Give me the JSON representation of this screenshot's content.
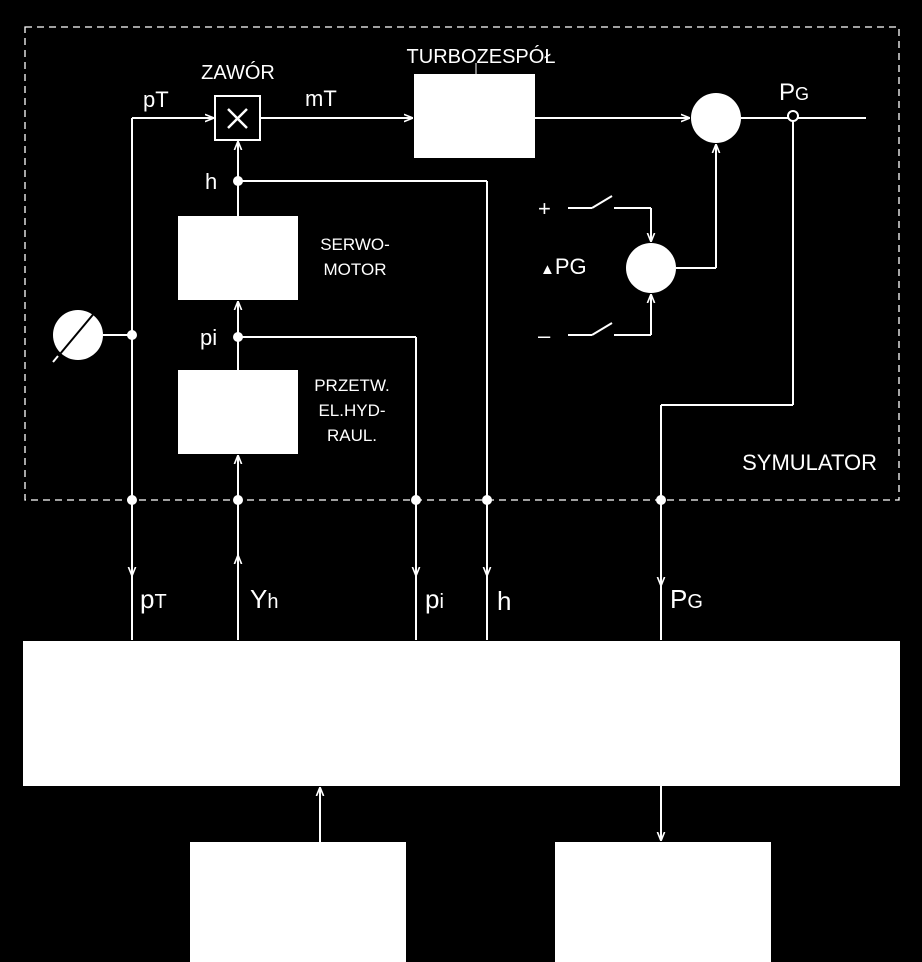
{
  "colors": {
    "background": "#000000",
    "foreground": "#ffffff"
  },
  "blocks": {
    "zawor": "ZAWÓR",
    "turbozespol": "TURBOZESPÓŁ",
    "serwomotor_line1": "SERWO-",
    "serwomotor_line2": "MOTOR",
    "przetw_line1": "PRZETW.",
    "przetw_line2": "EL.HYD-",
    "przetw_line3": "RAUL.",
    "symulator": "SYMULATOR",
    "multiply_symbol": "×"
  },
  "signals": {
    "pT_top": "pT",
    "mT": "mT",
    "PG_top_main": "P",
    "PG_top_sub": "G",
    "h_mid": "h",
    "pi_mid": "pi",
    "delta_pg_symbol": "▲",
    "delta_pg": "PG",
    "plus": "+",
    "minus": "–",
    "pT_bottom_main": "p",
    "pT_bottom_sub": "T",
    "Yh_main": "Y",
    "Yh_sub": "h",
    "pi_bottom_main": "p",
    "pi_bottom_sub": "i",
    "h_bottom": "h",
    "PG_bottom_main": "P",
    "PG_bottom_sub": "G"
  },
  "icons": {
    "source": "adjustable-source-icon",
    "multiplier": "multiplier-icon"
  }
}
